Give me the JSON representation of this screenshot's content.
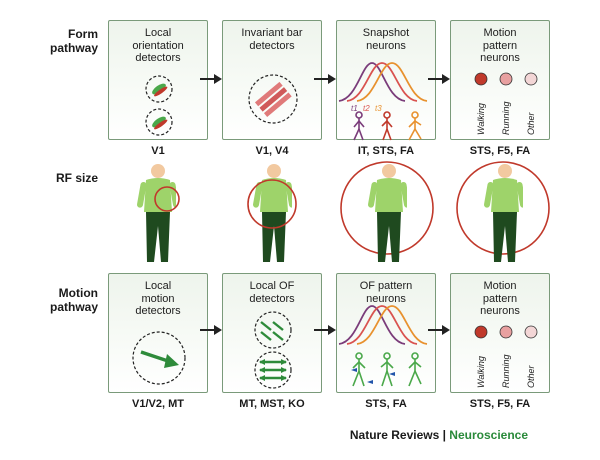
{
  "rows": {
    "form": {
      "label": "Form\npathway"
    },
    "rf": {
      "label": "RF size"
    },
    "motion": {
      "label": "Motion\npathway"
    }
  },
  "form_boxes": [
    {
      "title": "Local\norientation\ndetectors",
      "area": "V1",
      "icon": "orientation-detector-icon"
    },
    {
      "title": "Invariant bar\ndetectors",
      "area": "V1, V4",
      "icon": "bar-detector-icon"
    },
    {
      "title": "Snapshot\nneurons",
      "area": "IT, STS, FA",
      "icon": "tuning-curves-icon",
      "curve_labels": [
        "t1",
        "t2",
        "t3"
      ]
    },
    {
      "title": "Motion\npattern\nneurons",
      "area": "STS, F5, FA",
      "icon": "pattern-neurons-icon",
      "categories": [
        "Walking",
        "Running",
        "Other"
      ]
    }
  ],
  "motion_boxes": [
    {
      "title": "Local\nmotion\ndetectors",
      "area": "V1/V2, MT",
      "icon": "motion-arrow-icon"
    },
    {
      "title": "Local OF\ndetectors",
      "area": "MT, MST, KO",
      "icon": "optic-flow-icon"
    },
    {
      "title": "OF pattern\nneurons",
      "area": "STS, FA",
      "icon": "tuning-curves-icon"
    },
    {
      "title": "Motion\npattern\nneurons",
      "area": "STS, F5, FA",
      "icon": "pattern-neurons-icon",
      "categories": [
        "Walking",
        "Running",
        "Other"
      ]
    }
  ],
  "credit": {
    "journal": "Nature Reviews",
    "separator": " | ",
    "section": "Neuroscience"
  },
  "colors": {
    "box_border": "#7a9a7a",
    "shirt": "#9ed36a",
    "trousers": "#1f4a1f",
    "rf_circle": "#c0392b",
    "curve_red": "#d9534f",
    "curve_purple": "#7a3c7a",
    "curve_orange": "#e8912e",
    "arrow_green": "#2e8b3a"
  }
}
